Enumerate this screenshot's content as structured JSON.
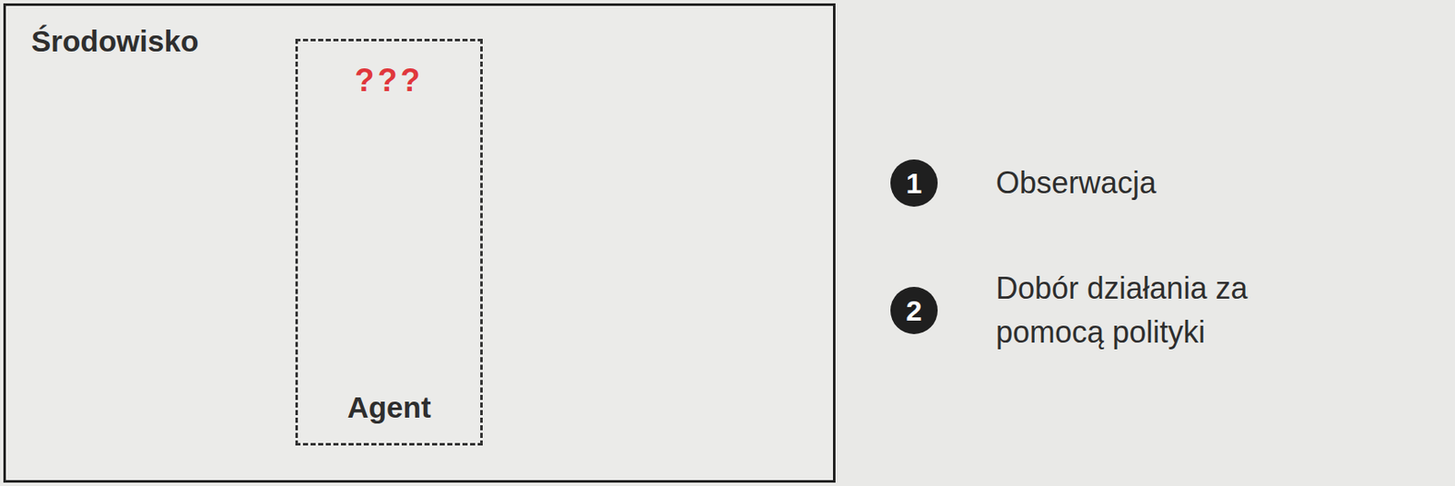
{
  "diagram": {
    "nodes": [
      {
        "text": [
          "Środowisko"
        ]
      },
      {
        "text": [
          "Agent"
        ],
        "in": 0
      }
    ],
    "labels": [
      "???",
      "1",
      "Obserwacja",
      "2",
      "Dobór działania za pomocą polityki"
    ]
  }
}
